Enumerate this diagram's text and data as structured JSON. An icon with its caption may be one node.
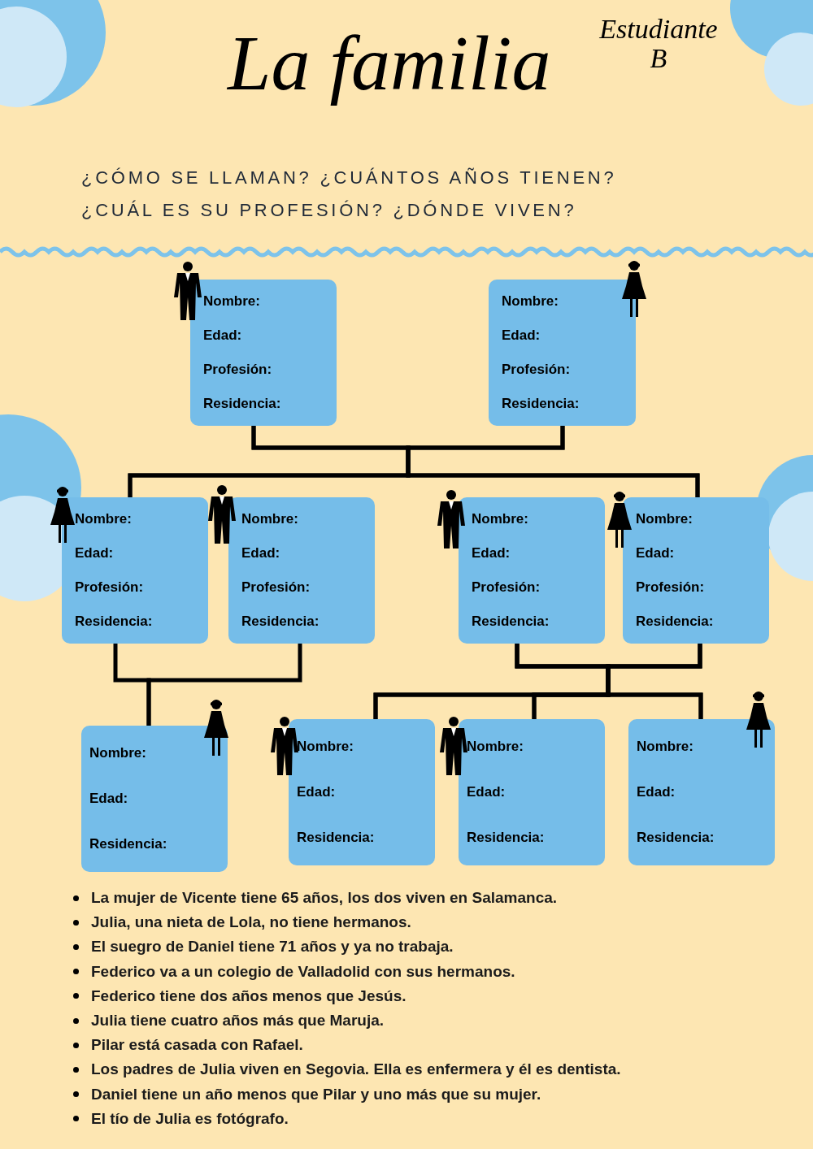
{
  "diagram": {
    "title": "La familia",
    "nodes": [
      {
        "text": [
          "Nombre:",
          "Edad:",
          "Profesión:",
          "Residencia:"
        ]
      },
      {
        "text": [
          "Nombre:",
          "Edad:",
          "Profesión:",
          "Residencia:"
        ]
      },
      {
        "text": [
          "Nombre:",
          "Edad:",
          "Profesión:",
          "Residencia:"
        ]
      },
      {
        "text": [
          "Nombre:",
          "Edad:",
          "Profesión:",
          "Residencia:"
        ]
      },
      {
        "text": [
          "Nombre:",
          "Edad:",
          "Profesión:",
          "Residencia:"
        ]
      },
      {
        "text": [
          "Nombre:",
          "Edad:",
          "Profesión:",
          "Residencia:"
        ]
      },
      {
        "text": [
          "Nombre:",
          "Edad:",
          "Residencia:"
        ]
      },
      {
        "text": [
          "Nombre:",
          "Edad:",
          "Residencia:"
        ]
      },
      {
        "text": [
          "Nombre:",
          "Edad:",
          "Residencia:"
        ]
      },
      {
        "text": [
          "Nombre:",
          "Edad:",
          "Residencia:"
        ]
      }
    ],
    "edges": [
      {
        "from": 0,
        "to": 2,
        "arrow": "none"
      },
      {
        "from": 0,
        "to": 5,
        "arrow": "none"
      },
      {
        "from": 1,
        "to": 2,
        "arrow": "none"
      },
      {
        "from": 1,
        "to": 5,
        "arrow": "none"
      },
      {
        "from": 2,
        "to": 6,
        "arrow": "none"
      },
      {
        "from": 3,
        "to": 6,
        "arrow": "none"
      },
      {
        "from": 4,
        "to": 7,
        "arrow": "none"
      },
      {
        "from": 4,
        "to": 8,
        "arrow": "none"
      },
      {
        "from": 4,
        "to": 9,
        "arrow": "none"
      },
      {
        "from": 5,
        "to": 7,
        "arrow": "none"
      },
      {
        "from": 5,
        "to": 8,
        "arrow": "none"
      },
      {
        "from": 5,
        "to": 9,
        "arrow": "none"
      }
    ],
    "labels": [
      "Estudiante B",
      "¿CÓMO SE LLAMAN? ¿CUÁNTOS AÑOS TIENEN?",
      "¿CUÁL ES SU PROFESIÓN? ¿DÓNDE VIVEN?",
      "La mujer de Vicente tiene 65 años, los dos viven en Salamanca.",
      "Julia, una nieta de Lola, no tiene hermanos.",
      "El suegro de Daniel tiene 71 años y ya no trabaja.",
      "Federico va a un colegio de Valladolid con sus hermanos.",
      "Federico tiene dos años menos que Jesús.",
      "Julia tiene cuatro años más que Maruja.",
      "Pilar está casada con Rafael.",
      "Los padres de Julia viven en Segovia. Ella es enfermera y él es dentista.",
      "Daniel tiene un año menos que Pilar y uno más que su mujer.",
      "El tío de Julia es fotógrafo."
    ]
  }
}
